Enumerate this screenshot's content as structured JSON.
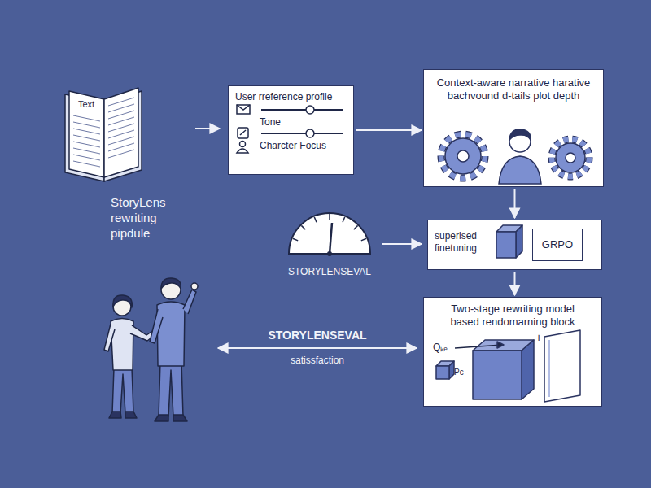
{
  "diagram": {
    "nodes": [
      {
        "text": [
          "User rreference profile",
          "Tone",
          "Charcter Focus"
        ]
      },
      {
        "text": [
          "Context-aware narrative harative bachvound d-tails plot depth"
        ]
      },
      {
        "text": [
          "superised finetuning"
        ]
      },
      {
        "text": [
          "GRPO"
        ],
        "in": 2
      },
      {
        "text": [
          "Two-stage rewriting model based rendomarning block"
        ]
      }
    ],
    "edges": [
      {
        "from": 0,
        "to": 1,
        "arrow": "to"
      },
      {
        "from": 1,
        "to": 2,
        "arrow": "to"
      },
      {
        "from": 2,
        "to": 4,
        "arrow": "to"
      }
    ],
    "labels": [
      "Text",
      "StoryLens rewriting pipdule",
      "STORYLENSEVAL",
      "STORYLENSEVAL",
      "satissfaction",
      "Qₖₑ",
      "+",
      "Pc"
    ]
  }
}
